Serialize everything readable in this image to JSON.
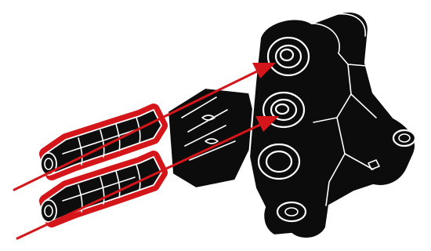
{
  "colors": {
    "background": "#ffffff",
    "part": "#0c0c0c",
    "edge": "#ffffff",
    "highlight": "#d4161b"
  },
  "items": [
    {
      "name": "triangular-connector-beam",
      "icon": "lego-technic-connector"
    },
    {
      "name": "friction-pin-upper",
      "icon": "lego-technic-pin",
      "highlighted": true
    },
    {
      "name": "friction-pin-lower",
      "icon": "lego-technic-pin",
      "highlighted": true
    }
  ],
  "arrows": [
    {
      "from": "friction-pin-upper",
      "to": "upper-hole"
    },
    {
      "from": "friction-pin-lower",
      "to": "middle-hole"
    }
  ]
}
